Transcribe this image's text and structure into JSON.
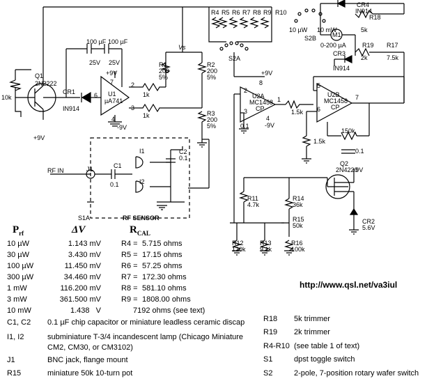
{
  "labels": {
    "q1": "Q1",
    "q1_type": "2N2222",
    "r_10k": "10k",
    "cr1": "CR1",
    "cr1_type": "IN914",
    "plus9v_q1": "+9V",
    "c_left": "100 µF",
    "c_right": "100 µF",
    "c_left_v": "25V",
    "c_right_v": "25V",
    "u1": "U1",
    "u1_type": "µA741",
    "plus9v_u1": "+9V",
    "minus9v_u1": "-9V",
    "pin2": "2",
    "pin3": "3",
    "pin4": "4",
    "pin6": "6",
    "pin7": "7",
    "r_1k_a": "1k",
    "r_1k_b": "1k",
    "vs": "Vs",
    "r1": "R1",
    "r1_val": "200",
    "r1_tol": "5%",
    "r2": "R2",
    "r2_val": "200",
    "r2_tol": "5%",
    "r3": "R3",
    "r3_val": "200",
    "r3_tol": "5%",
    "r4": "R4",
    "r5": "R5",
    "r6": "R6",
    "r7": "R7",
    "r8": "R8",
    "r9": "R9",
    "r10": "R10",
    "s2a": "S2A",
    "s2b": "S2B",
    "cr4": "CR4",
    "cr4_type": "IN914",
    "r18": "R18",
    "r18_val": "5k",
    "r_10uw": "10 µW",
    "r_10mw": "10 mW",
    "meter": "M1",
    "meter_range": "0-200 µA",
    "r19": "R19",
    "r19_val": "2k",
    "r17": "R17",
    "r17_val": "7.5k",
    "cr3": "CR3",
    "cr3_type": "IN914",
    "plus9v_u2a": "+9V",
    "minus9v_u2a": "-9V",
    "u2a": "U2A",
    "u2a_type": "MC1458",
    "u2a_cp": "CP",
    "u2b": "U2B",
    "u2b_type": "MC1458",
    "u2b_cp": "CP",
    "pin_u2a_8": "8",
    "pin_u2a_2": "2",
    "pin_u2a_3": "3",
    "pin_u2a_1": "1",
    "pin_u2a_4": "4",
    "pin_u2b_5": "5",
    "pin_u2b_6": "6",
    "pin_u2b_7": "7",
    "r_1_5k_a": "1.5k",
    "r_1_5k_b": "1.5k",
    "c_0_1_a": "0.1",
    "c_0_1_b": "0.1",
    "c_0_1_c": "0.1",
    "r_150k": "150k",
    "q2": "Q2",
    "q2_type": "2N4220",
    "plus9v_q2": "+9V",
    "cr2": "CR2",
    "cr2_val": "5.6V",
    "r11": "R11",
    "r11_val": "4.7k",
    "r14": "R14",
    "r14_val": "36k",
    "r15": "R15",
    "r15_val": "50k",
    "r12": "R12",
    "r12_val": "120k",
    "r13": "R13",
    "r13_val": "9.1k",
    "r16": "R16",
    "r16_val": "100k",
    "rf_in": "RF IN",
    "j1": "J1",
    "c1": "C1",
    "c1_val": "0.1",
    "c2": "C2",
    "c2_val": "0.1",
    "i1": "I1",
    "i2": "I2",
    "s1a": "S1A",
    "rf_sensor": "RF SENSOR"
  },
  "cal_table": {
    "headers": {
      "prf": "P",
      "prf_sub": "rf",
      "dv": "ΔV",
      "rcal": "R",
      "rcal_sub": "CAL"
    },
    "rows": [
      {
        "prf": "10 µW",
        "dv": "1.143 mV",
        "r": "R4 =",
        "ohms": "5.715 ohms"
      },
      {
        "prf": "30 µW",
        "dv": "3.430 mV",
        "r": "R5 =",
        "ohms": "17.15 ohms"
      },
      {
        "prf": "100 µW",
        "dv": "11.450 mV",
        "r": "R6 =",
        "ohms": "57.25 ohms"
      },
      {
        "prf": "300 µW",
        "dv": "34.460 mV",
        "r": "R7 =",
        "ohms": "172.30 ohms"
      },
      {
        "prf": "1 mW",
        "dv": "116.200 mV",
        "r": "R8 =",
        "ohms": "581.10 ohms"
      },
      {
        "prf": "3 mW",
        "dv": "361.500 mV",
        "r": "R9 =",
        "ohms": "1808.00 ohms"
      },
      {
        "prf": "10 mW",
        "dv": "1.438   V",
        "r": "",
        "ohms": "7192 ohms (see text)"
      }
    ]
  },
  "url": "http://www.qsl.net/va3iul",
  "parts_left": [
    {
      "ref": "C1, C2",
      "desc": "0.1 µF chip capacitor or miniature leadless ceramic discap"
    },
    {
      "ref": "I1, I2",
      "desc": "subminiature T-3/4 incandescent lamp (Chicago Miniature",
      "desc2": "CM2, CM30, or CM3102)"
    },
    {
      "ref": "J1",
      "desc": "BNC jack, flange mount"
    },
    {
      "ref": "R15",
      "desc": "miniature 50k 10-turn pot"
    }
  ],
  "parts_right": [
    {
      "ref": "R18",
      "desc": "5k trimmer"
    },
    {
      "ref": "R19",
      "desc": "2k trimmer"
    },
    {
      "ref": "R4-R10",
      "desc": "(see table 1 of text)"
    },
    {
      "ref": "S1",
      "desc": "dpst toggle switch"
    },
    {
      "ref": "S2",
      "desc": "2-pole, 7-position rotary wafer switch"
    }
  ]
}
